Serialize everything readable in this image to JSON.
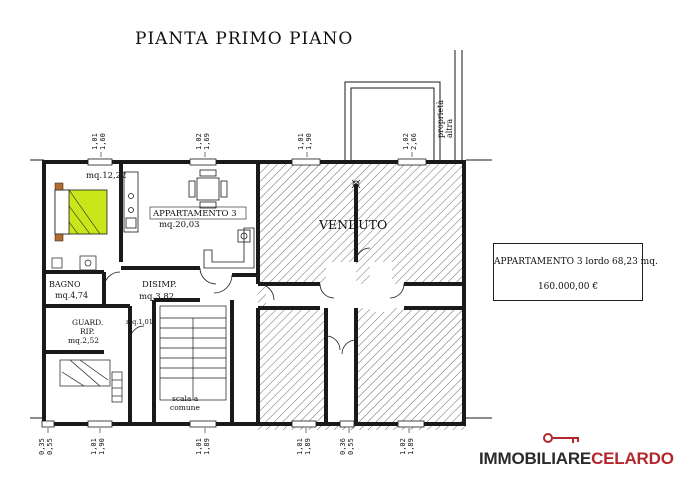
{
  "title": "PIANTA PRIMO PIANO",
  "rooms": {
    "bedroom_area": "mq.12,22",
    "apartment_name": "APPARTAMENTO 3",
    "apartment_area": "mq.20,03",
    "sold": "VENDUTO",
    "bathroom_name": "BAGNO",
    "bathroom_area": "mq.4,74",
    "hall_name": "DISIMP.",
    "hall_area": "mq.3,82",
    "closet_name": "GUARD.",
    "closet_sub": "RIP.",
    "closet_area": "mq.2,52",
    "small_area": "mq.1,01",
    "stair_line1": "scala a",
    "stair_line2": "comune",
    "other_property_line1": "altra",
    "other_property_line2": "proprietà"
  },
  "window_dims": {
    "top": [
      {
        "a": "1,01",
        "b": "1,60"
      },
      {
        "a": "1,02",
        "b": "1,69"
      },
      {
        "a": "1,01",
        "b": "1,90"
      },
      {
        "a": "1,02",
        "b": "2,66"
      }
    ],
    "bottom": [
      {
        "a": "0,35",
        "b": "0,55"
      },
      {
        "a": "1,01",
        "b": "1,90"
      },
      {
        "a": "1,01",
        "b": "1,89"
      },
      {
        "a": "1,01",
        "b": "1,89"
      },
      {
        "a": "0,36",
        "b": "0,55"
      },
      {
        "a": "1,02",
        "b": "1,89"
      }
    ]
  },
  "info": {
    "line1": "APPARTAMENTO 3 lordo 68,23 mq.",
    "line2": "160.000,00 €"
  },
  "logo": {
    "part1": "IMMOBILIARE",
    "part2": "CELARDO",
    "reg": "®"
  },
  "colors": {
    "wall": "#1a1a1a",
    "bed_highlight": "#c8e619",
    "logo_grey": "#2b2b2b",
    "logo_red": "#b3282d"
  }
}
